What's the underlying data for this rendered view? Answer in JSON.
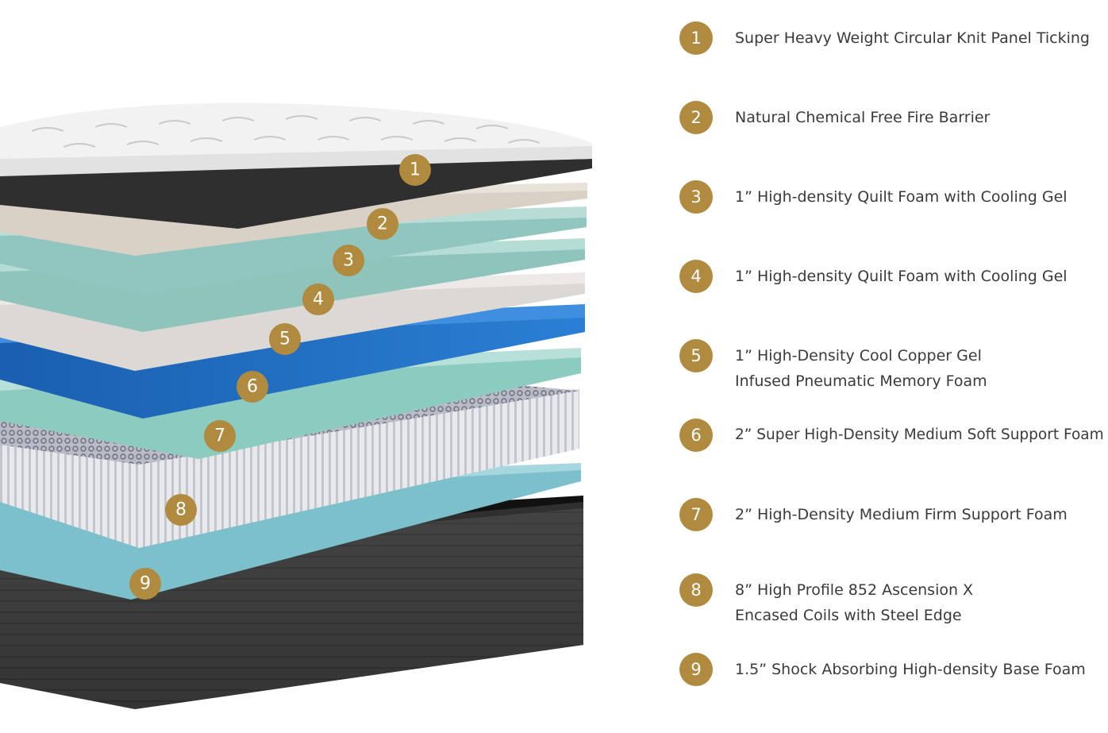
{
  "colors": {
    "badge": "#b08a3e",
    "badge_text": "#ffffff",
    "legend_text": "#3a3a3a",
    "ticking_white": "#f2f2f2",
    "border_dark": "#2f2f2f",
    "fire_barrier": "#d9d1c6",
    "quilt_foam": "#8fc4bd",
    "memory_foam": "#d8d4d0",
    "support_soft": "#1f6dc2",
    "support_firm": "#8ccbc0",
    "coils": "#a9abb3",
    "base_foam": "#7cc0cc",
    "base_box": "#3d3d3d"
  },
  "layers": [
    {
      "number": "1",
      "label": "Super Heavy Weight Circular Knit Panel Ticking"
    },
    {
      "number": "2",
      "label": "Natural Chemical Free Fire Barrier"
    },
    {
      "number": "3",
      "label": "1” High-density Quilt Foam with Cooling Gel"
    },
    {
      "number": "4",
      "label": "1” High-density Quilt Foam with Cooling Gel"
    },
    {
      "number": "5",
      "label": "1” High-Density Cool Copper Gel Infused Pneumatic Memory Foam"
    },
    {
      "number": "6",
      "label": "2” Super High-Density Medium Soft Support Foam"
    },
    {
      "number": "7",
      "label": "2” High-Density Medium Firm Support Foam"
    },
    {
      "number": "8",
      "label": "8” High Profile 852 Ascension X Encased Coils with Steel Edge"
    },
    {
      "number": "9",
      "label": "1.5” Shock Absorbing High-density Base Foam"
    }
  ]
}
